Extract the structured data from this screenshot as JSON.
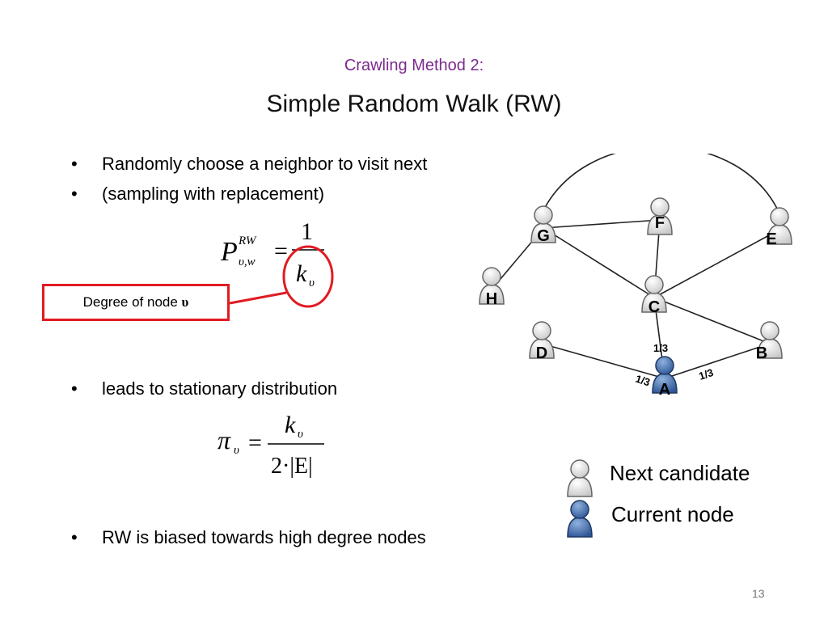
{
  "slide": {
    "subtitle": "Crawling Method 2:",
    "title": "Simple Random Walk (RW)",
    "page_number": "13"
  },
  "bullets": [
    {
      "text": "Randomly choose a neighbor to visit next"
    },
    {
      "text": "(sampling with replacement)"
    },
    {
      "text": "leads to stationary distribution"
    },
    {
      "text": "RW is biased towards high degree nodes"
    }
  ],
  "bullet_symbol": "•",
  "formula1": {
    "P": "P",
    "sup": "RW",
    "sub": "υ,w",
    "eq": "=",
    "num": "1",
    "den_k": "k",
    "den_sub": "υ"
  },
  "formula2": {
    "pi": "π",
    "pi_sub": "υ",
    "eq": "=",
    "num_k": "k",
    "num_sub": "υ",
    "den": "2·|E|"
  },
  "callout": {
    "text_prefix": "Degree of node ",
    "text_symbol": "υ",
    "border_color": "#e11b22"
  },
  "graph": {
    "nodes": [
      {
        "id": "F",
        "label": "F",
        "type": "candidate"
      },
      {
        "id": "G",
        "label": "G",
        "type": "candidate"
      },
      {
        "id": "E",
        "label": "E",
        "type": "candidate"
      },
      {
        "id": "H",
        "label": "H",
        "type": "candidate"
      },
      {
        "id": "C",
        "label": "C",
        "type": "candidate"
      },
      {
        "id": "D",
        "label": "D",
        "type": "candidate"
      },
      {
        "id": "B",
        "label": "B",
        "type": "candidate"
      },
      {
        "id": "A",
        "label": "A",
        "type": "current"
      }
    ],
    "edges": [
      {
        "from": "G",
        "to": "E",
        "curved": true
      },
      {
        "from": "G",
        "to": "F"
      },
      {
        "from": "G",
        "to": "H"
      },
      {
        "from": "G",
        "to": "C"
      },
      {
        "from": "F",
        "to": "C"
      },
      {
        "from": "E",
        "to": "C"
      },
      {
        "from": "C",
        "to": "A"
      },
      {
        "from": "C",
        "to": "B"
      },
      {
        "from": "D",
        "to": "A"
      },
      {
        "from": "A",
        "to": "B"
      }
    ],
    "edge_labels": {
      "CA": "1/3",
      "DA": "1/3",
      "AB": "1/3"
    },
    "colors": {
      "candidate_fill": "#ebebeb",
      "candidate_stroke": "#666666",
      "current_fill": "#4f81bd",
      "current_stroke": "#1f3864"
    }
  },
  "legend": {
    "next_candidate": "Next candidate",
    "current_node": "Current node"
  }
}
